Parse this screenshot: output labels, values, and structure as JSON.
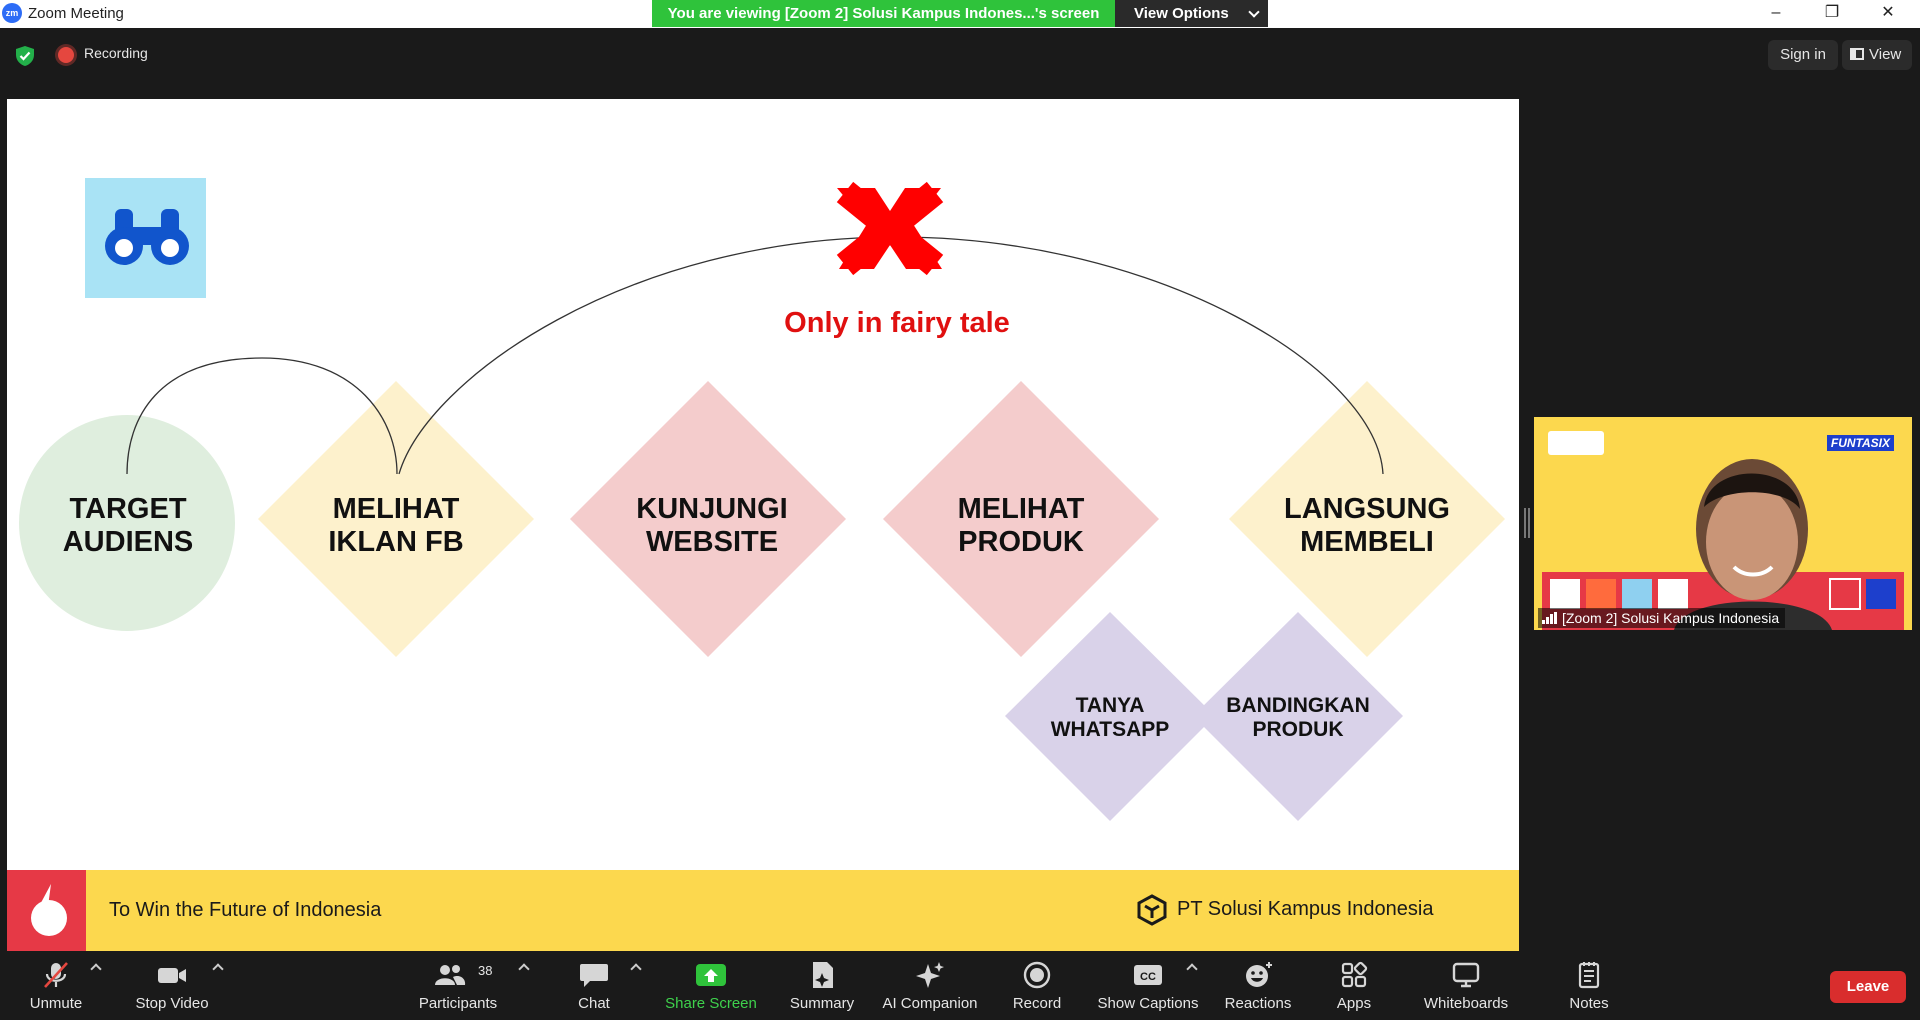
{
  "window": {
    "title": "Zoom Meeting",
    "viewing_banner": "You are viewing [Zoom 2] Solusi Kampus Indones...'s screen",
    "view_options_label": "View Options",
    "minimize": "–",
    "maximize": "❐",
    "close": "✕"
  },
  "topbar": {
    "recording_label": "Recording",
    "signin_label": "Sign in",
    "view_label": "View"
  },
  "slide": {
    "nodes": {
      "target_audiens": "TARGET\nAUDIENS",
      "melihat_iklan": "MELIHAT\nIKLAN FB",
      "kunjungi_website": "KUNJUNGI\nWEBSITE",
      "melihat_produk": "MELIHAT\nPRODUK",
      "langsung_membeli": "LANGSUNG\nMEMBELI",
      "tanya_whatsapp": "TANYA\nWHATSAPP",
      "bandingkan_produk": "BANDINGKAN\nPRODUK"
    },
    "fairy_tale": "Only in fairy tale",
    "footer_tagline": "To Win the Future of Indonesia",
    "footer_company": "PT Solusi Kampus Indonesia",
    "colors": {
      "circle": "#dfeede",
      "yellow_diamond": "#fdf1cc",
      "pink_diamond": "#f4cccc",
      "purple_diamond": "#d9d2e9",
      "red_x": "#ff0000",
      "binocular_bg": "#a9e3f5",
      "binocular_icon": "#1155cc",
      "footer_bg": "#fcd84e"
    }
  },
  "video": {
    "participant_name": "[Zoom 2] Solusi Kampus Indonesia",
    "brand_text": "FUNTASIX"
  },
  "toolbar": {
    "unmute": "Unmute",
    "stop_video": "Stop Video",
    "participants": "Participants",
    "participants_count": "38",
    "chat": "Chat",
    "share_screen": "Share Screen",
    "summary": "Summary",
    "ai_companion": "AI Companion",
    "record": "Record",
    "show_captions": "Show Captions",
    "reactions": "Reactions",
    "apps": "Apps",
    "whiteboards": "Whiteboards",
    "notes": "Notes",
    "leave": "Leave"
  }
}
